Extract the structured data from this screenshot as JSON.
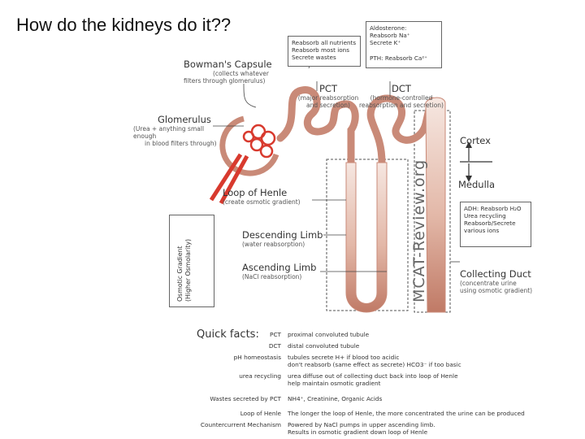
{
  "slide": {
    "title": "How do the kidneys do it??"
  },
  "diagram": {
    "aldosterone_box": [
      "Aldosterone:",
      "Reabsorb Na⁺",
      "Secrete K⁺",
      "PTH: Reabsorb Ca²⁺"
    ],
    "pct_box": [
      "Reabsorb all nutrients",
      "Reabsorb most ions",
      "Secrete wastes"
    ],
    "bowman": {
      "title": "Bowman's Capsule",
      "desc": [
        "(collects whatever",
        "filters through glomerulus)"
      ]
    },
    "glomerulus": {
      "title": "Glomerulus",
      "desc": [
        "(Urea + anything small enough",
        "in blood filters through)"
      ]
    },
    "pct": {
      "title": "PCT",
      "desc": [
        "(major reabsorption",
        "and secretion)"
      ]
    },
    "dct": {
      "title": "DCT",
      "desc": [
        "(hormone-controlled",
        "reabsorption and secretion)"
      ]
    },
    "cortex": "Cortex",
    "medulla": "Medulla",
    "loop": {
      "title": "Loop of Henle",
      "desc": "(create osmotic gradient)"
    },
    "descending": {
      "title": "Descending Limb",
      "desc": "(water reabsorption)"
    },
    "ascending": {
      "title": "Ascending Limb",
      "desc": "(NaCl reabsorption)"
    },
    "osmotic_box": [
      "Osmotic Gradient",
      "(Higher Osmolarity)"
    ],
    "adh_box": [
      "ADH: Reabsorb H₂O",
      "Urea recycling",
      "Reabsorb/Secrete",
      "various ions"
    ],
    "collecting": {
      "title": "Collecting Duct",
      "desc": [
        "(concentrate urine",
        "using osmotic gradient)"
      ]
    },
    "watermark": "MCAT-Review.org",
    "colors": {
      "tubule": "#c98a78",
      "tubule_light": "#f3e2dc",
      "blood": "#d83a2e"
    }
  },
  "quick_facts": {
    "title": "Quick facts:",
    "rows": [
      {
        "key": "PCT",
        "value": [
          "proximal convoluted tubule"
        ]
      },
      {
        "key": "DCT",
        "value": [
          "distal convoluted tubule"
        ]
      },
      {
        "key": "pH homeostasis",
        "value": [
          "tubules secrete H+ if blood too acidic",
          "don't reabsorb (same effect as secrete) HCO3⁻ if too basic"
        ]
      },
      {
        "key": "urea recycling",
        "value": [
          "urea diffuse out of collecting duct back into loop of Henle",
          "help maintain osmotic gradient"
        ]
      },
      {
        "key": "Wastes secreted by PCT",
        "value": [
          "NH4⁺, Creatinine, Organic Acids"
        ]
      },
      {
        "key": "Loop of Henle",
        "value": [
          "The longer the loop of Henle, the more concentrated the urine can be produced"
        ]
      },
      {
        "key": "Countercurrent Mechanism",
        "value": [
          "Powered by NaCl pumps in upper ascending limb.",
          "Results in osmotic gradient down loop of Henle"
        ]
      }
    ]
  }
}
